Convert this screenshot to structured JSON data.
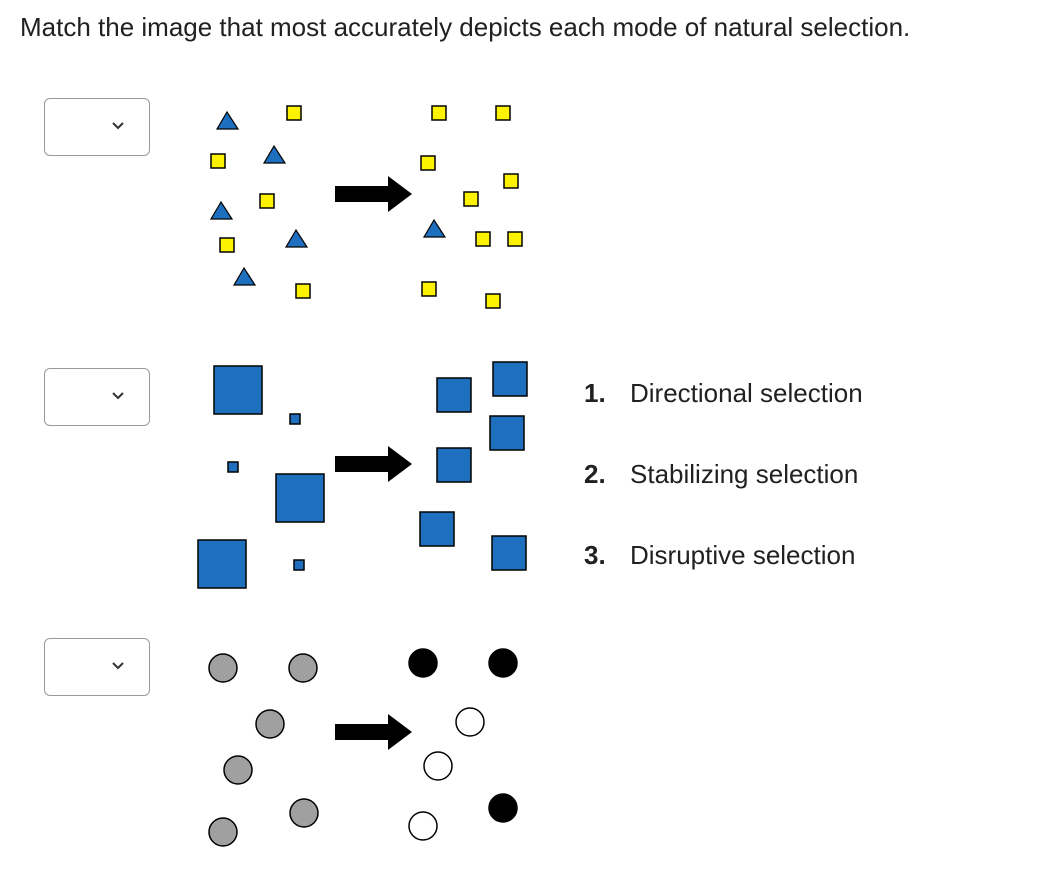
{
  "question": "Match the image that most accurately depicts each mode of natural selection.",
  "dropdowns": [
    {
      "selected": ""
    },
    {
      "selected": ""
    },
    {
      "selected": ""
    }
  ],
  "icons": {
    "dropdown_chevron": "chevron-down-icon",
    "arrow": "arrow-right-icon"
  },
  "options": [
    {
      "number": "1.",
      "label": "Directional selection"
    },
    {
      "number": "2.",
      "label": "Stabilizing selection"
    },
    {
      "number": "3.",
      "label": "Disruptive selection"
    }
  ],
  "colors": {
    "yellow": "#fdf200",
    "blue": "#1f6fbf",
    "gray": "#a0a0a0",
    "black": "#000000",
    "white": "#ffffff",
    "arrow": "#000000"
  }
}
